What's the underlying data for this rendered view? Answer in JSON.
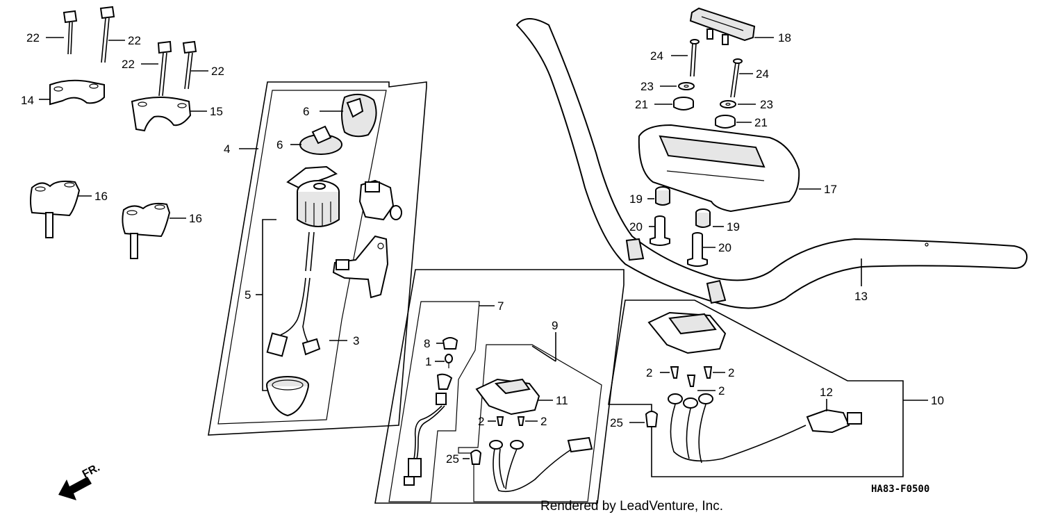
{
  "callouts": {
    "c1": "1",
    "c2": "2",
    "c3": "3",
    "c4": "4",
    "c5": "5",
    "c6": "6",
    "c7": "7",
    "c8": "8",
    "c9": "9",
    "c10": "10",
    "c11": "11",
    "c12": "12",
    "c13": "13",
    "c14": "14",
    "c15": "15",
    "c16": "16",
    "c17": "17",
    "c18": "18",
    "c19": "19",
    "c20": "20",
    "c21": "21",
    "c22": "22",
    "c23": "23",
    "c24": "24",
    "c25": "25"
  },
  "diagram_code": "HA83-F0500",
  "credit": "Rendered by LeadVenture, Inc.",
  "direction_label": "FR."
}
